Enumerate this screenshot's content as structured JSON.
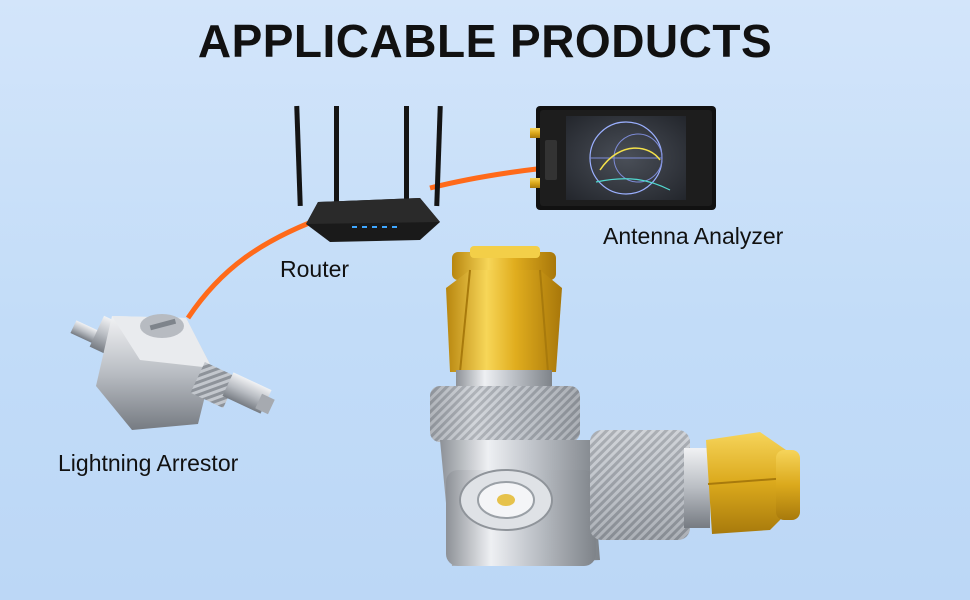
{
  "title": "APPLICABLE PRODUCTS",
  "captions": {
    "router": "Router",
    "analyzer": "Antenna Analyzer",
    "arrestor": "Lightning Arrestor"
  },
  "colors": {
    "background": "#c7def8",
    "cable": "#ff6a1a",
    "gold": "#e3b51f",
    "silver": "#c9ccd2",
    "device_black": "#151515"
  },
  "icons": [
    "router-image",
    "antenna-analyzer-image",
    "lightning-arrestor-image",
    "sma-adapter-image"
  ]
}
